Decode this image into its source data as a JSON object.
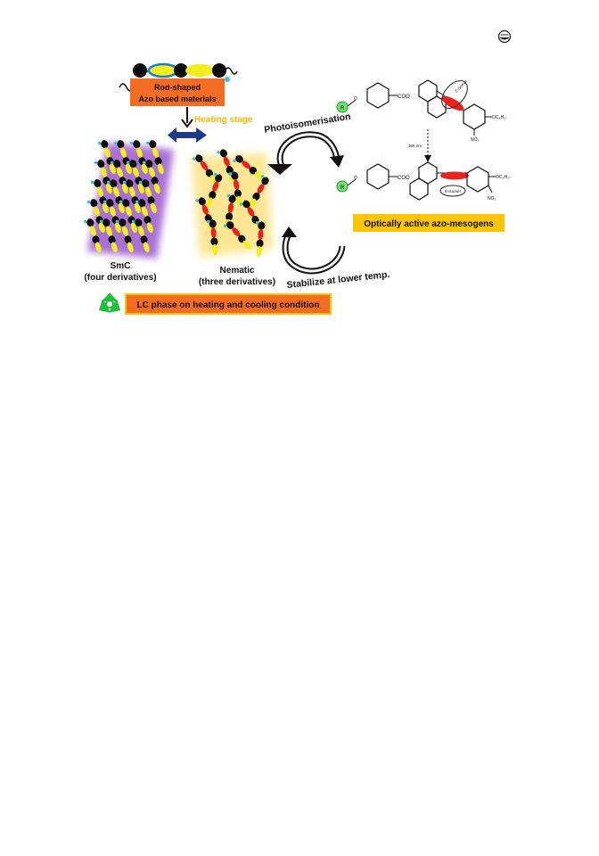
{
  "page_icon": "circle-logo-icon",
  "top": {
    "title_line1": "Rod-shaped",
    "title_line2": "Azo based  materials",
    "heating_stage": "Heating stage"
  },
  "phases": {
    "smc_label": "SmC",
    "smc_sub": "(four derivatives)",
    "nematic_label": "Nematic",
    "nematic_sub": "(three derivatives)"
  },
  "cycle": {
    "photoisomerisation": "Photoisomerisation",
    "stabilize": "Stabilize at lower temp."
  },
  "molecule": {
    "e_isomer": "E-isomer",
    "z_isomer": "Z-isomer",
    "wavelength": "365 nm",
    "r_label": "R",
    "ester": "COO",
    "alkoxy": "OC₈H₁₇",
    "nitro": "NO₂"
  },
  "optically_active": "Optically active azo-mesogens",
  "lc_phase": "LC phase on heating and cooling condition",
  "colors": {
    "orange_box": "#f36c21",
    "yellow_box": "#f9c400",
    "heating_text": "#f5b800",
    "blue_arrow": "#1f3a8a",
    "recycle_green": "#1fbf3a",
    "purple_glow": "#9b59d0",
    "yellow_glow": "#ffe48a",
    "azo_red": "#e8231c",
    "mesogen_yellow": "#f2ee1b"
  }
}
